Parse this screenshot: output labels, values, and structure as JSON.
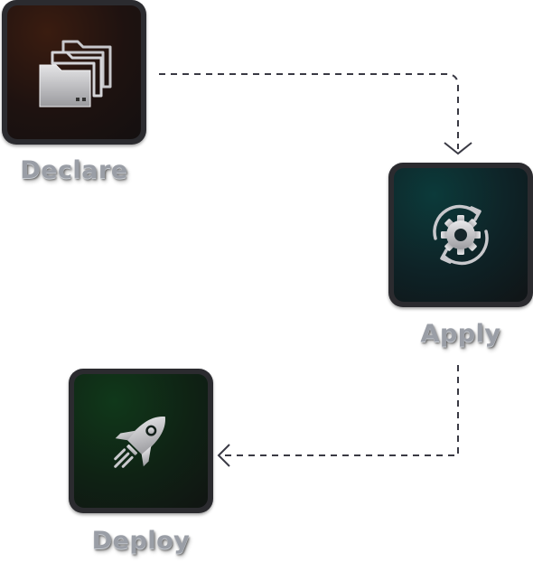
{
  "steps": [
    {
      "id": "declare",
      "label": "Declare",
      "icon": "folders-icon",
      "accent": "#3a1c10"
    },
    {
      "id": "apply",
      "label": "Apply",
      "icon": "gear-sync-icon",
      "accent": "#0c3a3a"
    },
    {
      "id": "deploy",
      "label": "Deploy",
      "icon": "rocket-icon",
      "accent": "#10381a"
    }
  ],
  "connector_color": "#3a3a44"
}
